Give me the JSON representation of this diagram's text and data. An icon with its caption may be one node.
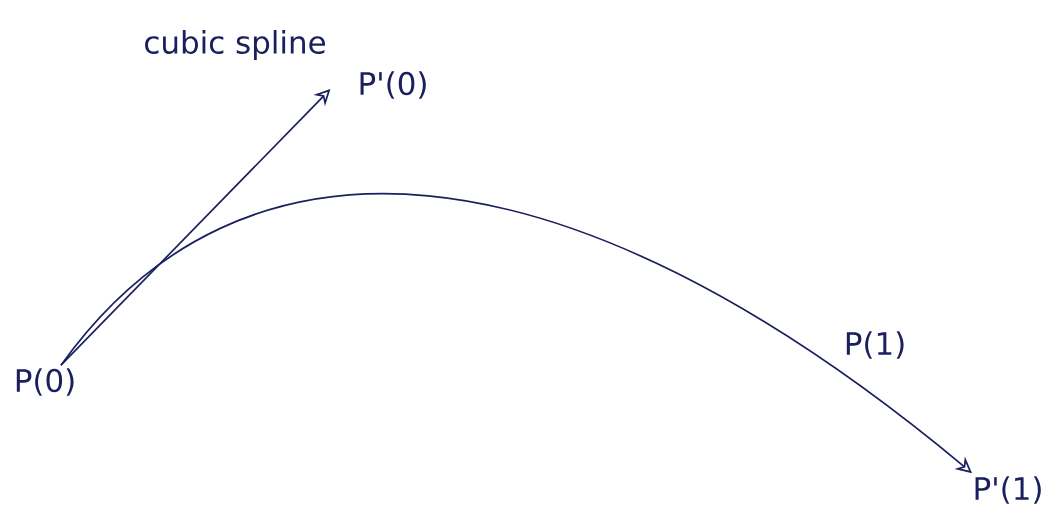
{
  "diagram": {
    "title": "cubic spline",
    "nodes": [
      {
        "text": [
          "P(0)"
        ]
      },
      {
        "text": [
          "P'(0)"
        ]
      },
      {
        "text": [
          "P'(1)"
        ]
      }
    ],
    "edges": [
      {
        "from": 0,
        "to": 1,
        "arrow": "to"
      },
      {
        "from": 0,
        "to": 2,
        "arrow": "to"
      }
    ],
    "labels": [
      "P(1)"
    ]
  }
}
